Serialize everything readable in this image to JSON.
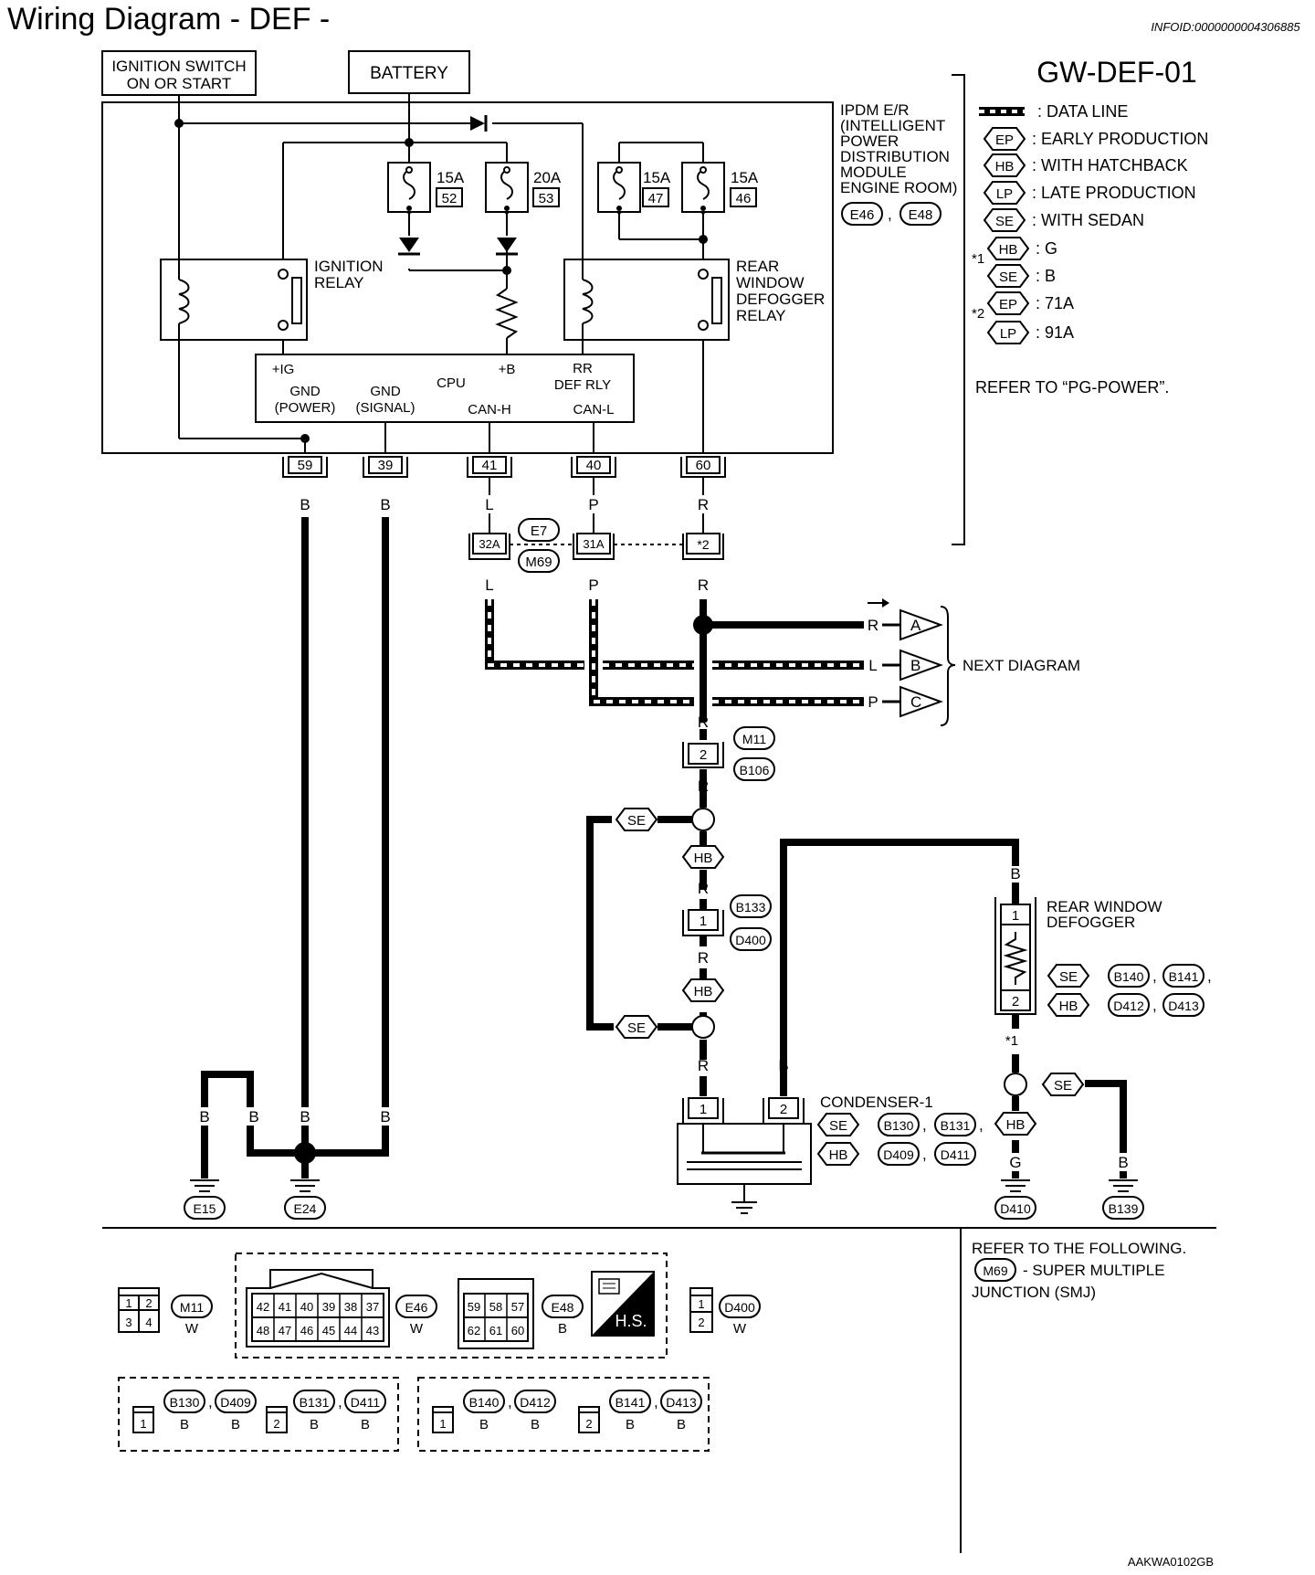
{
  "header": {
    "title": "Wiring Diagram - DEF -",
    "infoid": "INFOID:0000000004306885",
    "diagram_id": "GW-DEF-01",
    "figure_code": "AAKWA0102GB"
  },
  "legend": {
    "items": [
      {
        "symbol": "",
        "text": ": DATA LINE"
      },
      {
        "symbol": "EP",
        "text": ": EARLY PRODUCTION"
      },
      {
        "symbol": "HB",
        "text": ": WITH HATCHBACK"
      },
      {
        "symbol": "LP",
        "text": ": LATE PRODUCTION"
      },
      {
        "symbol": "SE",
        "text": ": WITH SEDAN"
      }
    ],
    "star1_mark": "*1",
    "star1": [
      {
        "symbol": "HB",
        "text": ": G"
      },
      {
        "symbol": "SE",
        "text": ": B"
      }
    ],
    "star2_mark": "*2",
    "star2": [
      {
        "symbol": "EP",
        "text": ": 71A"
      },
      {
        "symbol": "LP",
        "text": ": 91A"
      }
    ],
    "refer": "REFER TO “PG-POWER”."
  },
  "power": {
    "ignition_switch": [
      "IGNITION SWITCH",
      "ON OR START"
    ],
    "battery": "BATTERY"
  },
  "ipdm": {
    "label": [
      "IPDM E/R",
      "(INTELLIGENT",
      "POWER",
      "DISTRIBUTION",
      "MODULE",
      "ENGINE ROOM)"
    ],
    "connectors": [
      "E46",
      "E48"
    ],
    "sep": ",",
    "fuses": [
      {
        "amp": "15A",
        "num": "52"
      },
      {
        "amp": "20A",
        "num": "53"
      },
      {
        "amp": "15A",
        "num": "47"
      },
      {
        "amp": "15A",
        "num": "46"
      }
    ],
    "ignition_relay": [
      "IGNITION",
      "RELAY"
    ],
    "defogger_relay": [
      "REAR",
      "WINDOW",
      "DEFOGGER",
      "RELAY"
    ],
    "cpu": {
      "ig": "+IG",
      "gnd_power": [
        "GND",
        "(POWER)"
      ],
      "gnd_signal": [
        "GND",
        "(SIGNAL)"
      ],
      "cpu": "CPU",
      "b": "+B",
      "can_h": "CAN-H",
      "rr_def": [
        "RR",
        "DEF RLY"
      ],
      "can_l": "CAN-L"
    },
    "pins": [
      "59",
      "39",
      "41",
      "40",
      "60"
    ]
  },
  "wires": {
    "colors_top": [
      "B",
      "B",
      "L",
      "P",
      "R"
    ],
    "colors_mid": [
      "L",
      "P",
      "R"
    ],
    "r": "R",
    "l": "L",
    "p": "P",
    "b": "B",
    "g": "G"
  },
  "joint": {
    "pins": [
      "32A",
      "31A",
      "*2"
    ],
    "connectors": [
      "E7",
      "M69"
    ]
  },
  "next_diagram": {
    "label": "NEXT DIAGRAM",
    "arrows": [
      {
        "wire": "R",
        "letter": "A"
      },
      {
        "wire": "L",
        "letter": "B"
      },
      {
        "wire": "P",
        "letter": "C"
      }
    ]
  },
  "inline": {
    "first": {
      "pin": "2",
      "connectors": [
        "M11",
        "B106"
      ]
    },
    "second": {
      "pin": "1",
      "connectors": [
        "B133",
        "D400"
      ]
    }
  },
  "variants": {
    "se": "SE",
    "hb": "HB"
  },
  "defogger": {
    "label": [
      "REAR WINDOW",
      "DEFOGGER"
    ],
    "pins": [
      "1",
      "2"
    ],
    "se_connectors": [
      "B140",
      "B141"
    ],
    "hb_connectors": [
      "D412",
      "D413"
    ],
    "star": "*1"
  },
  "condenser": {
    "label": "CONDENSER-1",
    "pins": [
      "1",
      "2"
    ],
    "se_connectors": [
      "B130",
      "B131"
    ],
    "hb_connectors": [
      "D409",
      "D411"
    ]
  },
  "grounds": [
    "E15",
    "E24",
    "D410",
    "B139"
  ],
  "footer": {
    "refer": [
      "REFER TO THE FOLLOWING.",
      "- SUPER MULTIPLE",
      "JUNCTION (SMJ)"
    ],
    "smj": "M69",
    "hs": "H.S.",
    "connectors": [
      {
        "name": "M11",
        "color": "W",
        "pins": [
          "1",
          "2",
          "3",
          "4"
        ]
      },
      {
        "name": "E46",
        "color": "W",
        "pins": [
          "42",
          "41",
          "40",
          "39",
          "38",
          "37",
          "48",
          "47",
          "46",
          "45",
          "44",
          "43"
        ]
      },
      {
        "name": "E48",
        "color": "B",
        "pins": [
          "59",
          "58",
          "57",
          "62",
          "61",
          "60"
        ]
      },
      {
        "name": "D400",
        "color": "W",
        "pins": [
          "1",
          "2"
        ]
      }
    ],
    "groupA": [
      {
        "pin": "1",
        "codes": [
          "B130",
          "D409"
        ],
        "colors": [
          "B",
          "B"
        ]
      },
      {
        "pin": "2",
        "codes": [
          "B131",
          "D411"
        ],
        "colors": [
          "B",
          "B"
        ]
      }
    ],
    "groupB": [
      {
        "pin": "1",
        "codes": [
          "B140",
          "D412"
        ],
        "colors": [
          "B",
          "B"
        ]
      },
      {
        "pin": "2",
        "codes": [
          "B141",
          "D413"
        ],
        "colors": [
          "B",
          "B"
        ]
      }
    ]
  }
}
